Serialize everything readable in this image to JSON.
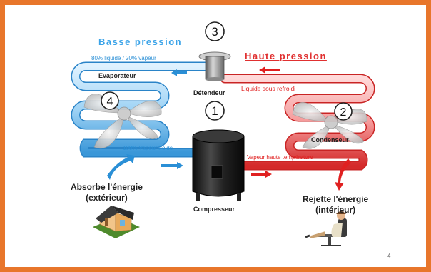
{
  "labels": {
    "basse_pression": "Basse pression",
    "haute_pression": "Haute pression",
    "liquide_vapeur": "80% liquide / 20% vapeur",
    "evaporateur": "Evaporateur",
    "detendeur": "Détendeur",
    "liquide_refroidi": "Liquide sous refroidi",
    "condenseur": "Condenseur",
    "vapeur_froide": "100% Vapeur froide",
    "vapeur_haute": "Vapeur haute température",
    "compresseur": "Compresseur",
    "absorbe_line1": "Absorbe l'énergie",
    "absorbe_line2": "(extérieur)",
    "rejette_line1": "Rejette l'énergie",
    "rejette_line2": "(intérieur)",
    "page_number": "4"
  },
  "steps": {
    "compresseur": "1",
    "condenseur": "2",
    "detendeur": "3",
    "evaporateur": "4"
  },
  "colors": {
    "border": "#e8762b",
    "cold": "#2a8fd6",
    "hot": "#e02020",
    "cold_title": "#3aa3e8",
    "hot_title": "#e03030"
  }
}
